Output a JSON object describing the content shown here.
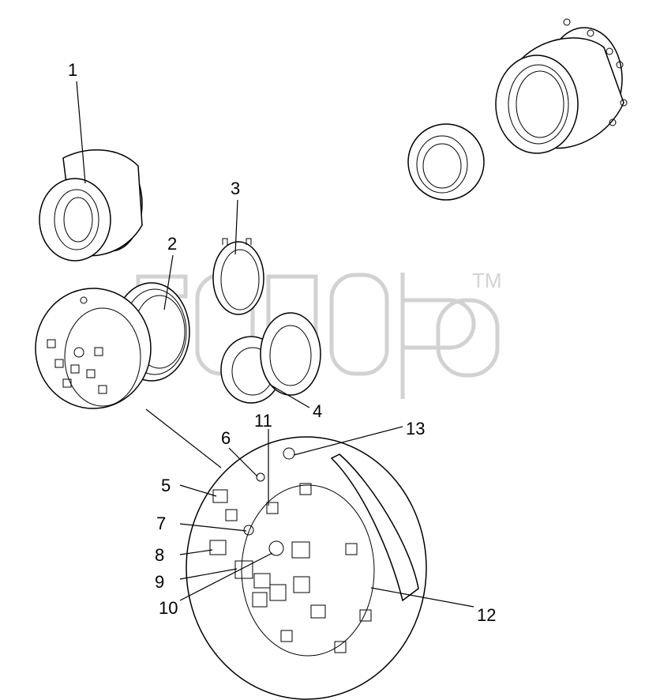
{
  "watermark": {
    "mark": "TM"
  },
  "callouts": [
    {
      "id": "1",
      "text": "1"
    },
    {
      "id": "2",
      "text": "2"
    },
    {
      "id": "3",
      "text": "3"
    },
    {
      "id": "4",
      "text": "4"
    },
    {
      "id": "5",
      "text": "5"
    },
    {
      "id": "6",
      "text": "6"
    },
    {
      "id": "7",
      "text": "7"
    },
    {
      "id": "8",
      "text": "8"
    },
    {
      "id": "9",
      "text": "9"
    },
    {
      "id": "10",
      "text": "10"
    },
    {
      "id": "11",
      "text": "11"
    },
    {
      "id": "12",
      "text": "12"
    },
    {
      "id": "13",
      "text": "13"
    }
  ]
}
